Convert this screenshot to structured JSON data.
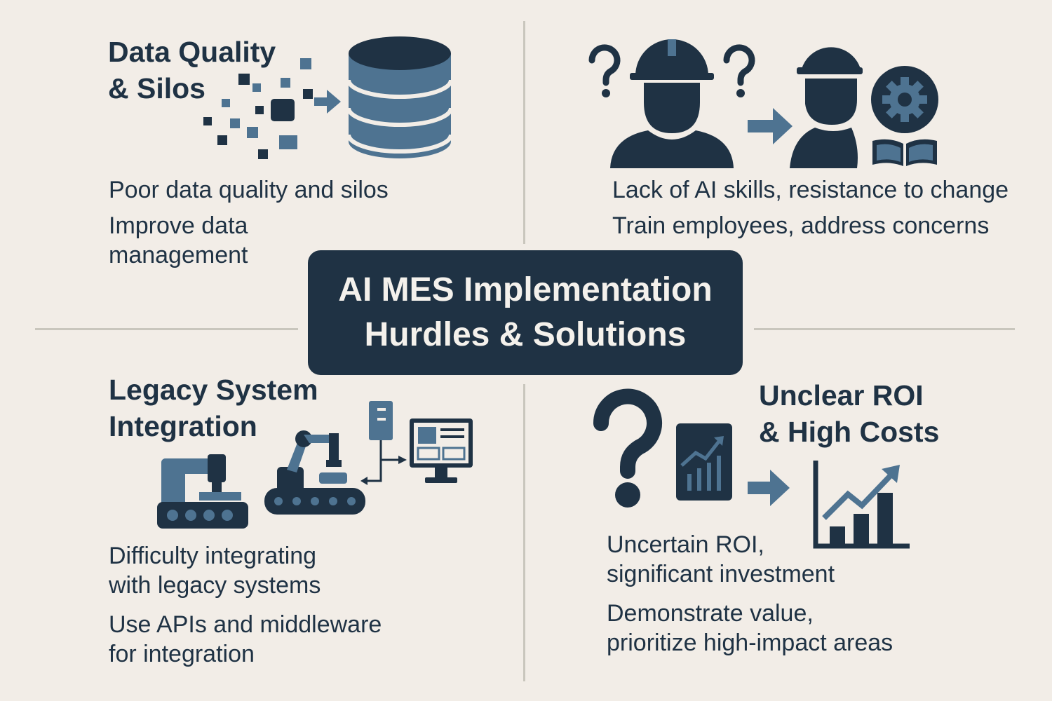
{
  "center_title": "AI MES Implementation\nHurdles & Solutions",
  "colors": {
    "dark": "#1f3244",
    "accent": "#4e7391",
    "background": "#f2ede7",
    "divider": "#c9c6bd"
  },
  "quadrants": {
    "top_left": {
      "heading": "Data Quality\n& Silos",
      "problem": "Poor data quality and silos",
      "solution": "Improve data\nmanagement",
      "icons": [
        "scattered-data-icon",
        "arrow-right-icon",
        "database-icon"
      ]
    },
    "top_right": {
      "problem": "Lack of AI skills, resistance to change",
      "solution": "Train employees, address concerns",
      "icons": [
        "question-mark-icon",
        "worker-icon",
        "arrow-right-icon",
        "trained-worker-icon",
        "gear-icon",
        "book-icon"
      ]
    },
    "bottom_left": {
      "heading": "Legacy System\nIntegration",
      "problem": "Difficulty integrating\nwith legacy systems",
      "solution": "Use APIs and middleware\nfor integration",
      "icons": [
        "robot-arm-icon",
        "robot-arm-conveyor-icon",
        "server-icon",
        "monitor-icon"
      ]
    },
    "bottom_right": {
      "heading": "Unclear ROI\n& High Costs",
      "problem": "Uncertain ROI,\nsignificant investment",
      "solution": "Demonstrate value,\nprioritize high-impact areas",
      "icons": [
        "question-mark-icon",
        "tablet-chart-icon",
        "arrow-right-icon",
        "growth-chart-icon"
      ]
    }
  }
}
